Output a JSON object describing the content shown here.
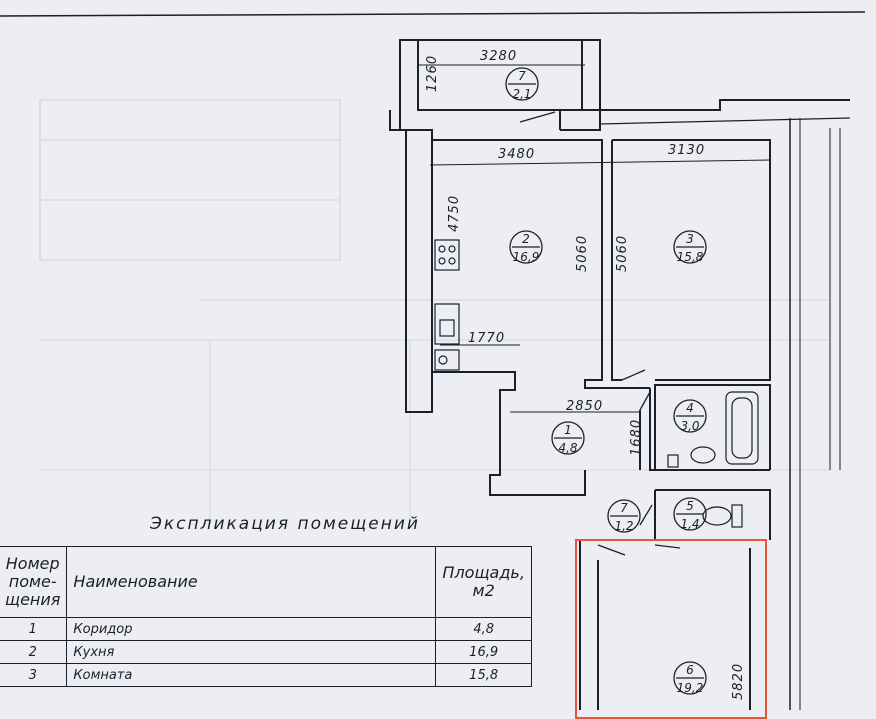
{
  "plan": {
    "dimensions": [
      "3280",
      "1260",
      "3480",
      "3130",
      "4750",
      "5060",
      "5060",
      "1770",
      "2850",
      "1680",
      "5820"
    ],
    "rooms": [
      {
        "number": "7",
        "area": "2,1"
      },
      {
        "number": "2",
        "area": "16,9"
      },
      {
        "number": "3",
        "area": "15,8"
      },
      {
        "number": "1",
        "area": "4,8"
      },
      {
        "number": "4",
        "area": "3,0"
      },
      {
        "number": "7",
        "area": "1,2"
      },
      {
        "number": "5",
        "area": "1,4"
      },
      {
        "number": "6",
        "area": "19,2"
      }
    ]
  },
  "explication": {
    "title": "Экспликация помещений",
    "headers": {
      "number": "Номер поме- щения",
      "name": "Наименование",
      "area": "Площадь, м2"
    },
    "rows": [
      {
        "number": "1",
        "name": "Коридор",
        "area": "4,8"
      },
      {
        "number": "2",
        "name": "Кухня",
        "area": "16,9"
      },
      {
        "number": "3",
        "name": "Комната",
        "area": "15,8"
      }
    ]
  },
  "colors": {
    "ink": "#1c1f2a",
    "paper": "#eceef3",
    "highlight": "#e6553a"
  }
}
